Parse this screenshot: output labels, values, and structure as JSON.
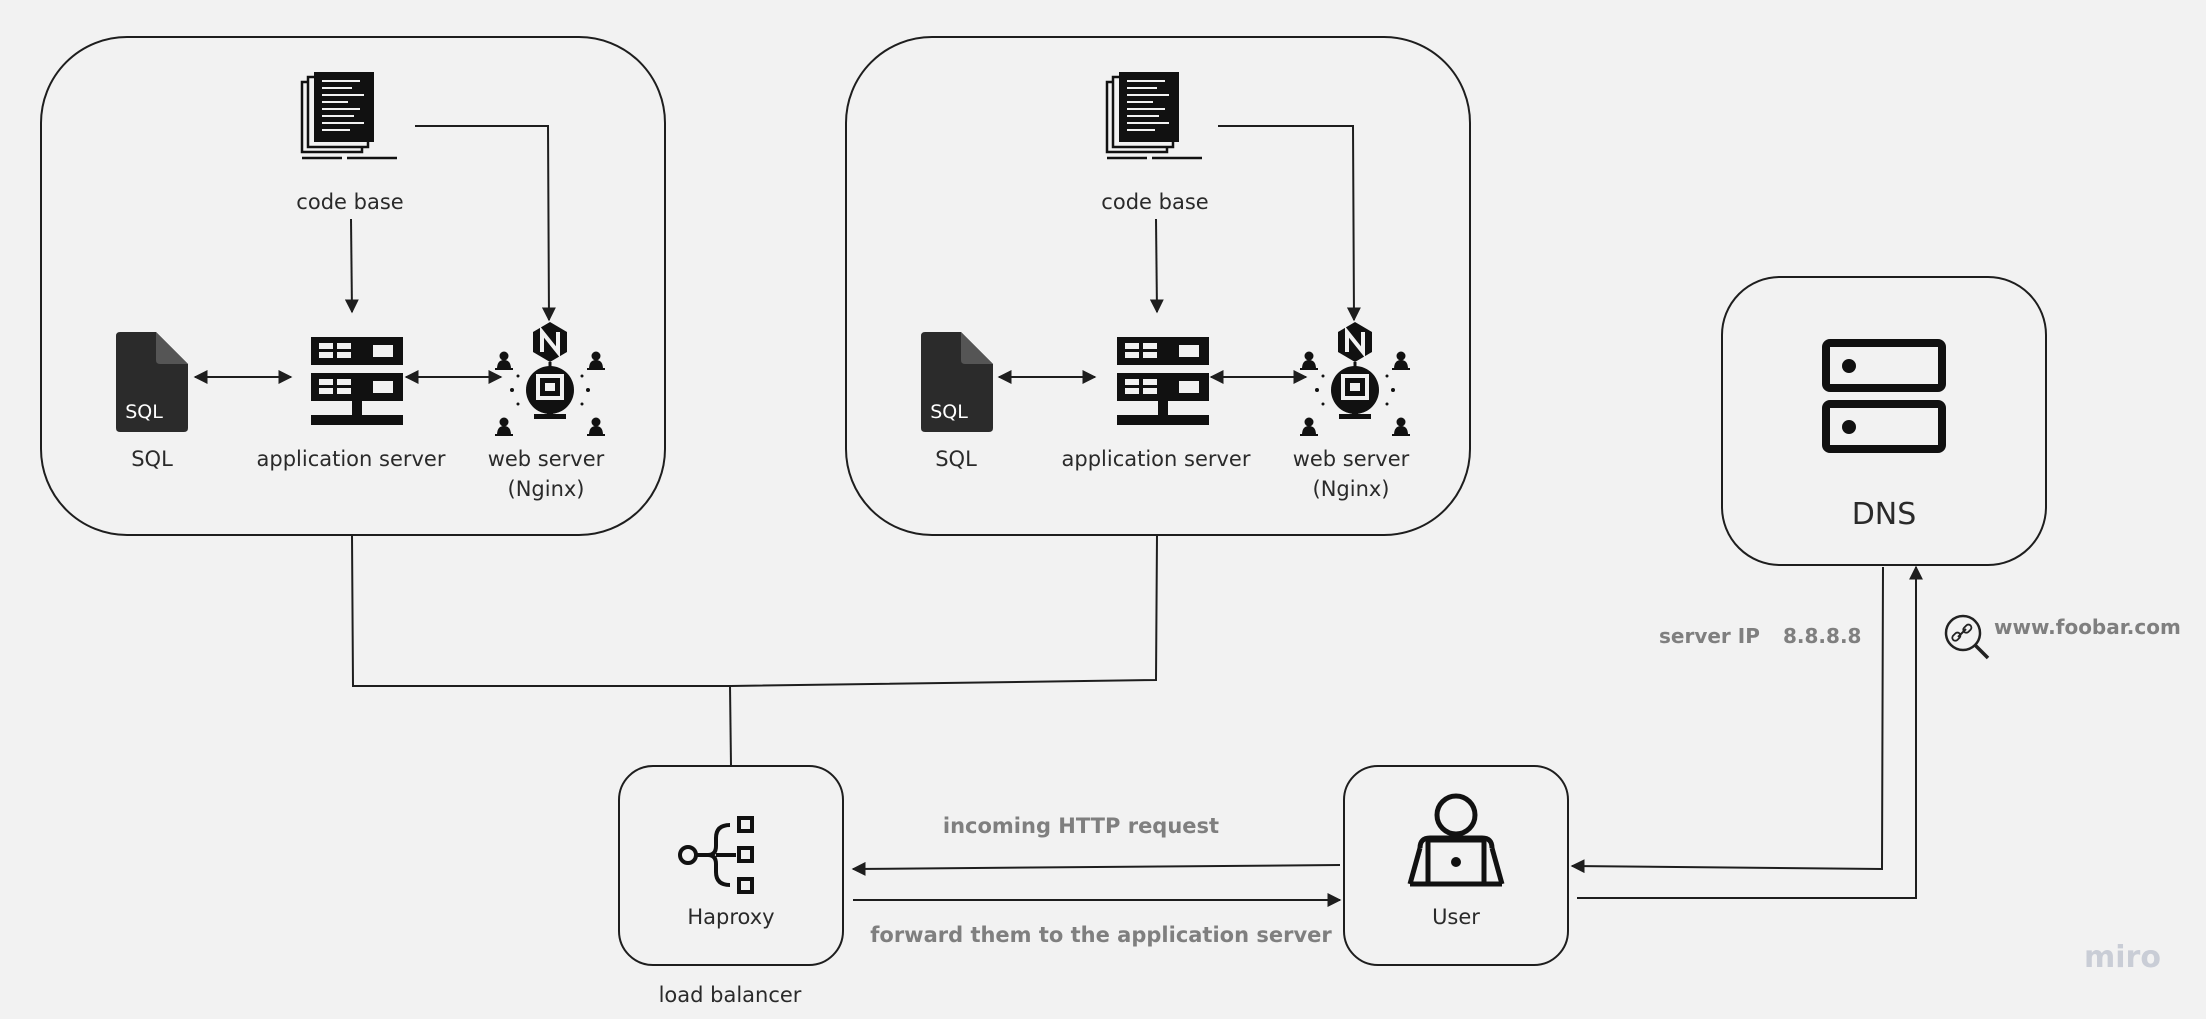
{
  "server_groups": [
    {
      "code_base_label": "code base",
      "sql_label": "SQL",
      "sql_file_text": "SQL",
      "app_server_label": "application server",
      "web_server_label_line1": "web server",
      "web_server_label_line2": "(Nginx)"
    },
    {
      "code_base_label": "code base",
      "sql_label": "SQL",
      "sql_file_text": "SQL",
      "app_server_label": "application server",
      "web_server_label_line1": "web server",
      "web_server_label_line2": "(Nginx)"
    }
  ],
  "dns": {
    "label": "DNS"
  },
  "haproxy": {
    "label": "Haproxy",
    "caption": "load balancer"
  },
  "user": {
    "label": "User"
  },
  "annotations": {
    "server_ip_label": "server IP",
    "server_ip_value": "8.8.8.8",
    "domain": "www.foobar.com",
    "incoming_request": "incoming HTTP request",
    "forward_request": "forward them to the application server"
  },
  "watermark": "miro",
  "colors": {
    "background": "#f2f2f2",
    "stroke": "#1e1e1e",
    "icon": "#111111",
    "annotation": "#7f7f7f"
  }
}
